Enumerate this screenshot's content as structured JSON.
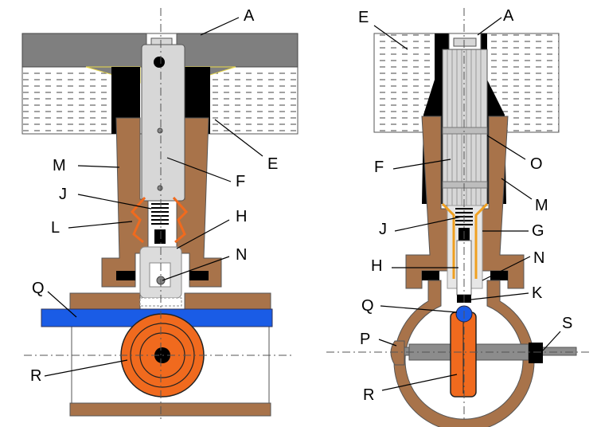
{
  "left_view": {
    "labels": {
      "A": "A",
      "E": "E",
      "M": "M",
      "F": "F",
      "J": "J",
      "L": "L",
      "H": "H",
      "N": "N",
      "Q": "Q",
      "R": "R"
    }
  },
  "right_view": {
    "labels": {
      "E": "E",
      "A": "A",
      "O": "O",
      "F": "F",
      "M": "M",
      "J": "J",
      "G": "G",
      "H": "H",
      "N": "N",
      "K": "K",
      "Q": "Q",
      "P": "P",
      "S": "S",
      "R": "R"
    }
  },
  "colors": {
    "brown": "#a8734a",
    "blue": "#1a5ce6",
    "orange": "#f06a1e",
    "gray_plate": "#7f7f7f",
    "plunger": "#d7d7d7",
    "black": "#000000"
  }
}
